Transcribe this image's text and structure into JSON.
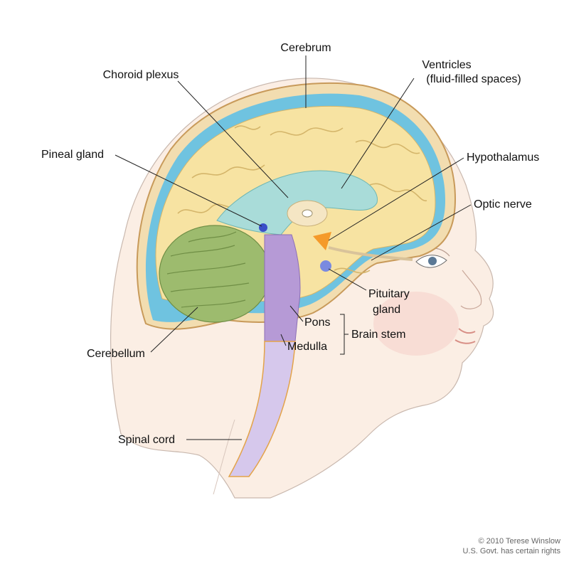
{
  "labels": {
    "cerebrum": "Cerebrum",
    "choroid_plexus": "Choroid plexus",
    "ventricles_line1": "Ventricles",
    "ventricles_line2": "(fluid-filled spaces)",
    "pineal_gland": "Pineal gland",
    "hypothalamus": "Hypothalamus",
    "optic_nerve": "Optic nerve",
    "pituitary_line1": "Pituitary",
    "pituitary_line2": "gland",
    "pons": "Pons",
    "brain_stem": "Brain stem",
    "medulla": "Medulla",
    "cerebellum": "Cerebellum",
    "spinal_cord": "Spinal cord"
  },
  "credit": {
    "line1": "© 2010 Terese Winslow",
    "line2": "U.S. Govt. has certain rights"
  },
  "colors": {
    "skin": "#fbeee4",
    "skull": "#f2ddb0",
    "csf": "#6fc3e0",
    "cerebrum": "#f7e3a2",
    "ventricle": "#a9dcd9",
    "cerebellum": "#9dbb6e",
    "brainstem": "#b69ad6",
    "spinal_cord": "#d6c8ec",
    "hypothalamus": "#f59a2a",
    "pineal": "#3a4fc8",
    "pituitary": "#7a8ae0"
  }
}
